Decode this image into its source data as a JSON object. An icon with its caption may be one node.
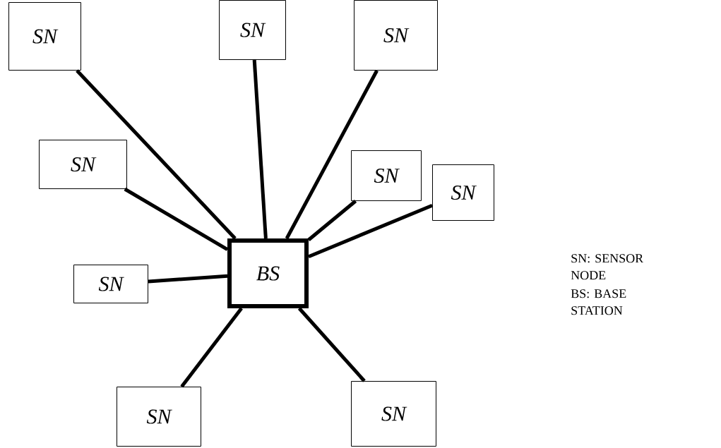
{
  "diagram": {
    "nodes": [
      {
        "text": [
          "BS"
        ]
      },
      {
        "text": [
          "SN"
        ]
      },
      {
        "text": [
          "SN"
        ]
      },
      {
        "text": [
          "SN"
        ]
      },
      {
        "text": [
          "SN"
        ]
      },
      {
        "text": [
          "SN"
        ]
      },
      {
        "text": [
          "SN"
        ]
      },
      {
        "text": [
          "SN"
        ]
      },
      {
        "text": [
          "SN"
        ]
      },
      {
        "text": [
          "SN"
        ]
      }
    ],
    "edges": [
      {
        "from": 1,
        "to": 0,
        "arrow": "none"
      },
      {
        "from": 2,
        "to": 0,
        "arrow": "none"
      },
      {
        "from": 3,
        "to": 0,
        "arrow": "none"
      },
      {
        "from": 4,
        "to": 0,
        "arrow": "none"
      },
      {
        "from": 5,
        "to": 0,
        "arrow": "none"
      },
      {
        "from": 6,
        "to": 0,
        "arrow": "none"
      },
      {
        "from": 7,
        "to": 0,
        "arrow": "none"
      },
      {
        "from": 8,
        "to": 0,
        "arrow": "none"
      },
      {
        "from": 9,
        "to": 0,
        "arrow": "none"
      }
    ],
    "labels": [
      "SN: SENSOR NODE",
      "BS: BASE STATION"
    ]
  }
}
